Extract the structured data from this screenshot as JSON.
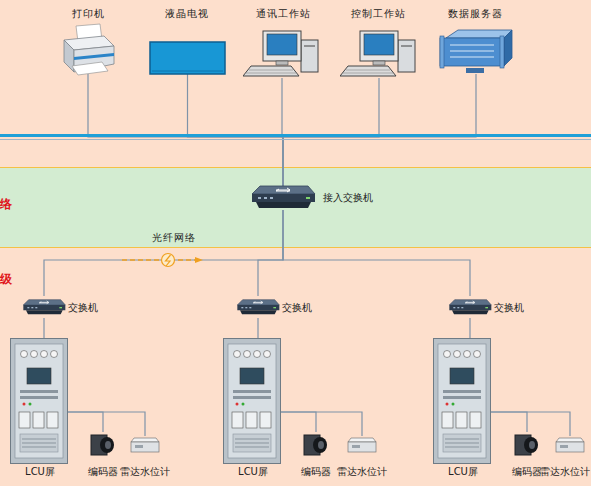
{
  "diagram": {
    "nodes": [
      {
        "text": [
          "打印机"
        ]
      },
      {
        "text": [
          "液晶电视"
        ]
      },
      {
        "text": [
          "通讯工作站"
        ]
      },
      {
        "text": [
          "控制工作站"
        ]
      },
      {
        "text": [
          "数据服务器"
        ]
      },
      {
        "text": [
          "络"
        ]
      },
      {
        "text": [
          "接入交换机"
        ],
        "in": 5
      },
      {
        "text": [
          "交换机"
        ]
      },
      {
        "text": [
          "交换机"
        ]
      },
      {
        "text": [
          "交换机"
        ]
      },
      {
        "text": [
          "LCU屏"
        ]
      },
      {
        "text": [
          "编码器"
        ]
      },
      {
        "text": [
          "雷达水位计"
        ]
      },
      {
        "text": [
          "LCU屏"
        ]
      },
      {
        "text": [
          "编码器"
        ]
      },
      {
        "text": [
          "雷达水位计"
        ]
      },
      {
        "text": [
          "LCU屏"
        ]
      },
      {
        "text": [
          "编码器"
        ]
      },
      {
        "text": [
          "雷达水位计"
        ]
      }
    ],
    "edges": [
      {
        "from": 0,
        "to": 6,
        "arrow": "none"
      },
      {
        "from": 1,
        "to": 6,
        "arrow": "none"
      },
      {
        "from": 2,
        "to": 6,
        "arrow": "none"
      },
      {
        "from": 3,
        "to": 6,
        "arrow": "none"
      },
      {
        "from": 4,
        "to": 6,
        "arrow": "none"
      },
      {
        "from": 6,
        "to": 7,
        "arrow": "none"
      },
      {
        "from": 6,
        "to": 8,
        "arrow": "none"
      },
      {
        "from": 6,
        "to": 9,
        "arrow": "none"
      },
      {
        "from": 7,
        "to": 10,
        "arrow": "none"
      },
      {
        "from": 8,
        "to": 13,
        "arrow": "none"
      },
      {
        "from": 9,
        "to": 16,
        "arrow": "none"
      },
      {
        "from": 10,
        "to": 11,
        "arrow": "none"
      },
      {
        "from": 10,
        "to": 12,
        "arrow": "none"
      },
      {
        "from": 13,
        "to": 14,
        "arrow": "none"
      },
      {
        "from": 13,
        "to": 15,
        "arrow": "none"
      },
      {
        "from": 16,
        "to": 17,
        "arrow": "none"
      },
      {
        "from": 16,
        "to": 18,
        "arrow": "none"
      }
    ],
    "labels": [
      "光纤网络",
      "级"
    ]
  }
}
